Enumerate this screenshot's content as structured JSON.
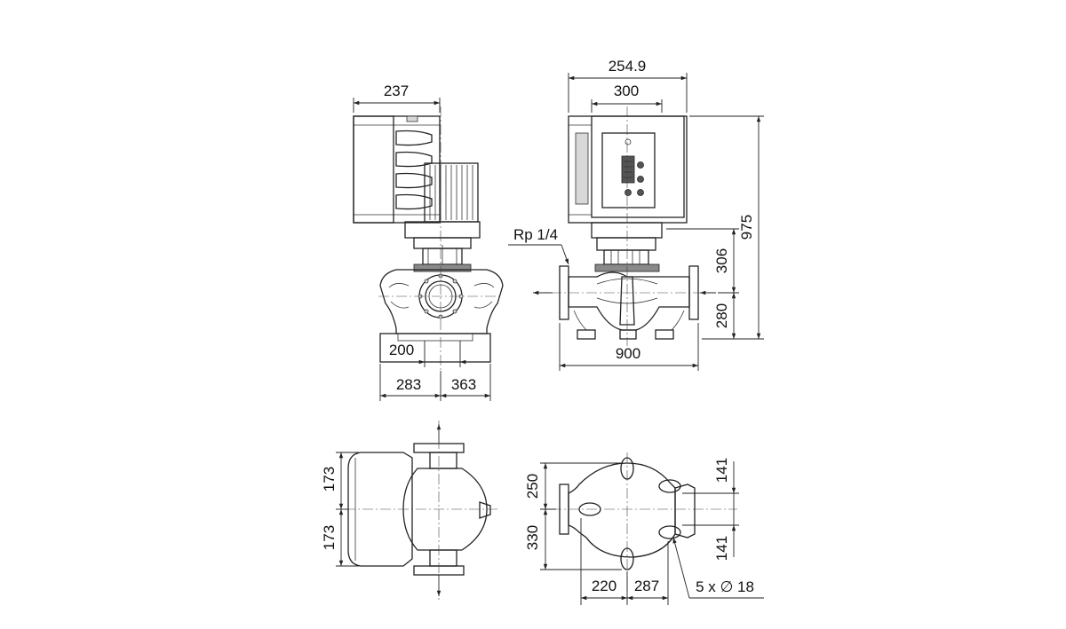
{
  "dimensions": {
    "front": {
      "width_top": "237",
      "pipe_offset": "200",
      "base_left": "283",
      "base_right": "363"
    },
    "side": {
      "overall_width": "254.9",
      "box_width": "300",
      "port_label": "Rp 1/4",
      "flange_length": "900",
      "total_height": "975",
      "upper_height": "306",
      "lower_height": "280"
    },
    "top": {
      "upper_half": "173",
      "lower_half": "173"
    },
    "base": {
      "left_upper": "250",
      "left_lower": "330",
      "bolt_dx1": "220",
      "bolt_dx2": "287",
      "right_upper": "141",
      "right_lower": "141",
      "holes_label": "5 x ∅ 18"
    }
  },
  "colors": {
    "line": "#222222",
    "fill_dark": "#555555",
    "fill_mid": "#8a8a8a",
    "fill_light": "#d8d8d8"
  }
}
